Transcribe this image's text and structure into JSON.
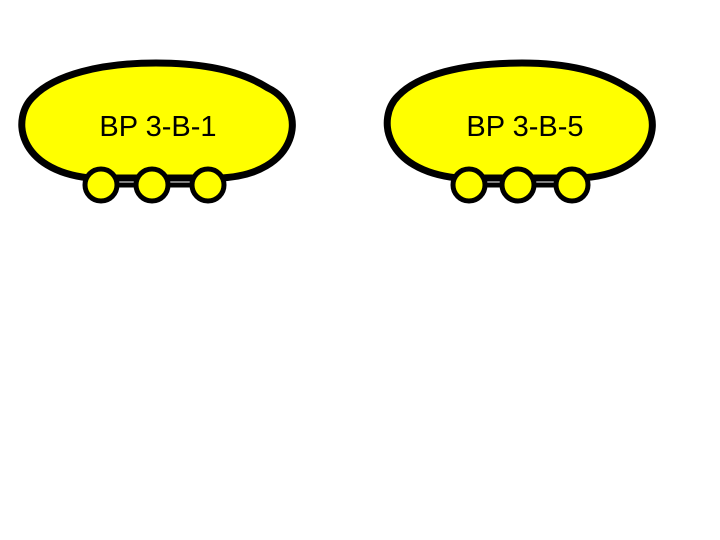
{
  "colors": {
    "fill": "#ffff00",
    "stroke": "#000000",
    "background": "#ffffff"
  },
  "nodes": [
    {
      "id": "bp-3-b-1",
      "label": "BP 3-B-1",
      "connectors": 3
    },
    {
      "id": "bp-3-b-5",
      "label": "BP 3-B-5",
      "connectors": 3
    }
  ]
}
